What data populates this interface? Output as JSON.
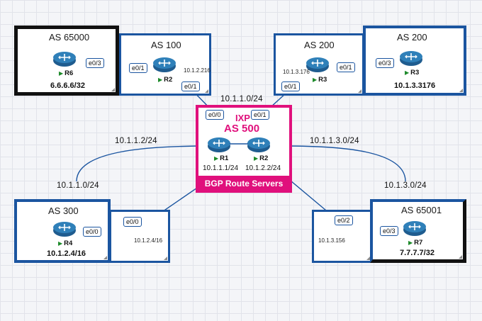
{
  "colors": {
    "as_border": "#1b55a0",
    "ixp_accent": "#e0107c",
    "link": "#1b55a0",
    "status_up": "#1d8a2a"
  },
  "as65000": {
    "title": "AS 65000",
    "router": "R6",
    "ip": "6.6.6.6/32",
    "iface": "e0/3"
  },
  "as100": {
    "title": "AS 100",
    "router": "R2",
    "iface_left": "e0/1",
    "iface_down": "e0/1",
    "ip": "10.1.2.216"
  },
  "as200a": {
    "title": "AS 200",
    "router": "R3",
    "iface_down": "e0/1",
    "iface_right": "e0/1",
    "ip": "10.1.3.176"
  },
  "as200b": {
    "title": "AS 200",
    "router": "R3",
    "iface": "e0/3",
    "ip": "10.1.3.3176"
  },
  "ixp": {
    "title": "IXP",
    "as": "AS 500",
    "banner": "BGP Route Servers",
    "r1": "R1",
    "r1_ip": "10.1.1.1/24",
    "r2": "R2",
    "r2_ip": "10.1.2.2/24",
    "iface_left": "e0/0",
    "iface_right": "e0/1"
  },
  "nets": {
    "top": "10.1.1.0/24",
    "left_upper": "10.1.1.2/24",
    "left_lower": "10.1.1.0/24",
    "right_upper": "10.1.1.3.0/24",
    "right_lower": "10.1.3.0/24"
  },
  "as300": {
    "title": "AS 300",
    "router": "R4",
    "iface": "e0/0",
    "ip": "10.1.2.4/16"
  },
  "as300b": {
    "iface": "e0/0",
    "ip": "10.1.2.4/16"
  },
  "as65001": {
    "title": "AS 65001",
    "router": "R7",
    "iface": "e0/3",
    "ip": "7.7.7.7/32"
  },
  "as65001b": {
    "iface": "e0/2",
    "ip": "10.1.3.156"
  }
}
